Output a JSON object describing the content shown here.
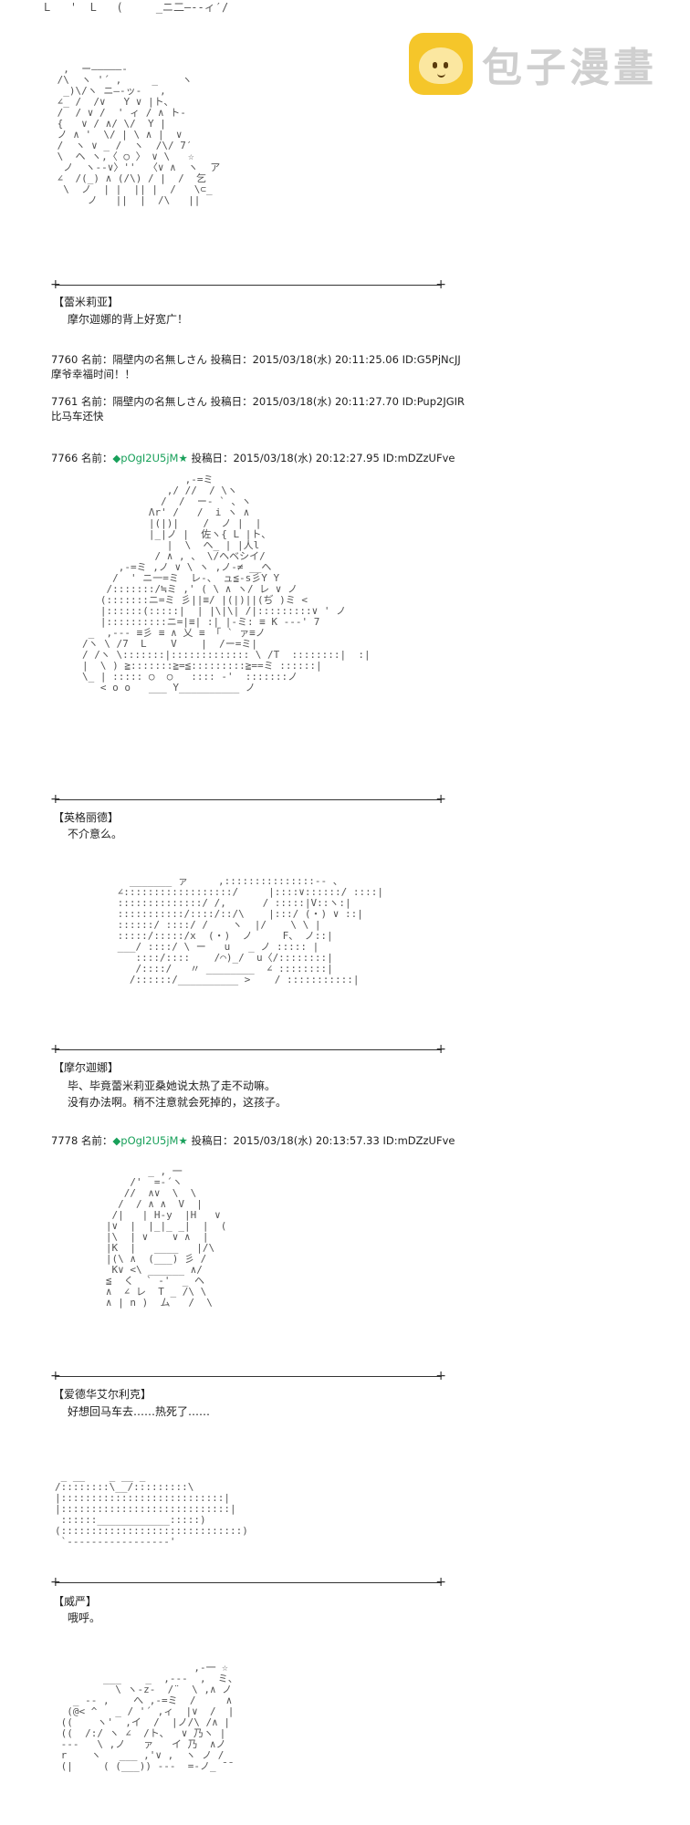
{
  "watermark": {
    "text": "包子漫畫"
  },
  "top_fragment": "L   '  L   (     _ニ二―--ィ′/",
  "blocks": [
    {
      "speaker": "【蕾米莉亚】",
      "lines": [
        "摩尔迦娜的背上好宽广！"
      ]
    },
    {
      "speaker": "【英格丽德】",
      "lines": [
        "不介意么。"
      ]
    },
    {
      "speaker": "【摩尔迦娜】",
      "lines": [
        "毕、毕竟蕾米莉亚桑她说太热了走不动嘛。",
        "没有办法啊。稍不注意就会死掉的，这孩子。"
      ]
    },
    {
      "speaker": "【爱德华艾尔利克】",
      "lines": [
        "好想回马车去……热死了……"
      ]
    },
    {
      "speaker": "【威严】",
      "lines": [
        "哦呼。"
      ]
    }
  ],
  "posts": [
    {
      "header": "7760 名前：隔壁内の名無しさん 投稿日：2015/03/18(水) 20:11:25.06 ID:G5PjNcJJ",
      "body": "摩爷幸福时间！！"
    },
    {
      "header": "7761 名前：隔壁内の名無しさん 投稿日：2015/03/18(水) 20:11:27.70 ID:Pup2JGIR",
      "body": "比马车还快"
    },
    {
      "num": "7766 名前：",
      "trip": "◆pOgI2U5jM",
      "star": "★",
      "rest": " 投稿日：2015/03/18(水) 20:12:27.95 ID:mDZzUFve"
    },
    {
      "num": "7778 名前：",
      "trip": "◆pOgI2U5jM",
      "star": "★",
      "rest": " 投稿日：2015/03/18(水) 20:13:57.33 ID:mDZzUFve"
    }
  ]
}
